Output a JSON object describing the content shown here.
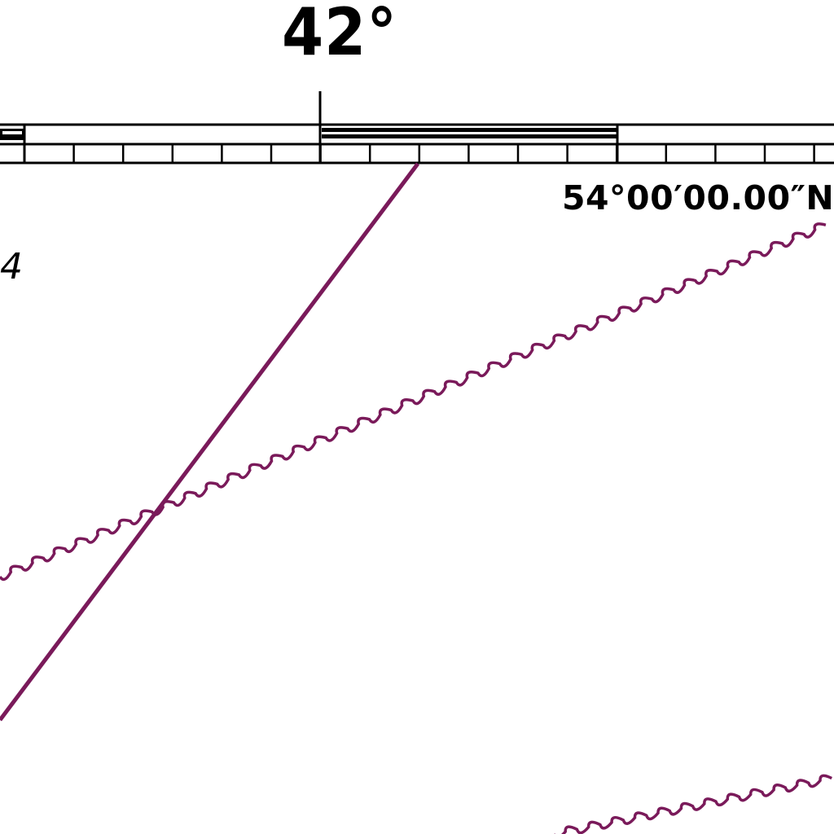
{
  "map": {
    "meridian_label": "42°",
    "parallel_label": "54°00′00.00″N",
    "side_label": "4",
    "colors": {
      "background": "#ffffff",
      "border": "#000000",
      "route_line": "#7a1a5a",
      "wavy_boundary": "#7a1a5a"
    },
    "features": [
      {
        "kind": "border-scale",
        "style": "alternating black and white bands with minute ticks"
      },
      {
        "kind": "straight-line",
        "style": "solid magenta"
      },
      {
        "kind": "wavy-line",
        "style": "magenta zig-zag",
        "count": 2
      }
    ]
  }
}
